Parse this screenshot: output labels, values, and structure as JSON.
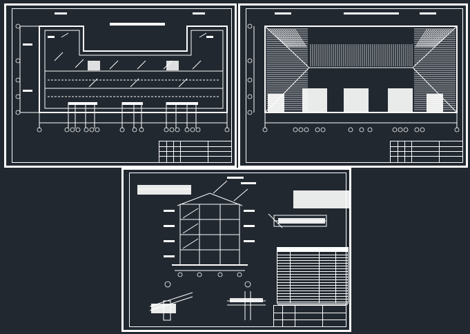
{
  "app": {
    "view": "model-space",
    "background": "#212830",
    "line_color": "#ffffff"
  },
  "sheets": [
    {
      "name": "sheet-floor-plan",
      "title_block": {
        "rows": 4
      }
    },
    {
      "name": "sheet-roof-plan",
      "title_block": {
        "rows": 4
      }
    },
    {
      "name": "sheet-section-details",
      "title_block": {
        "rows": 3
      }
    }
  ],
  "icons": {
    "grid-axis-marker": "circle",
    "detail-callout": "circle"
  }
}
